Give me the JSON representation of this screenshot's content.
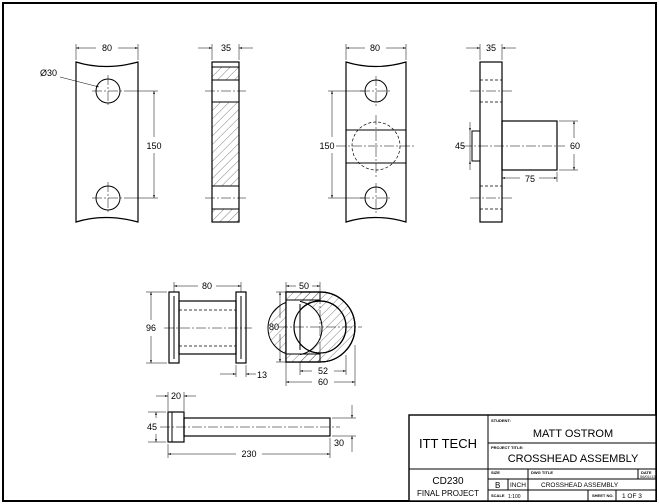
{
  "dimensions": {
    "v1": {
      "d1": "80",
      "d2": "Ø30",
      "d3": "150"
    },
    "v2": {
      "d1": "35"
    },
    "v3": {
      "d1": "80",
      "d2": "150"
    },
    "v4": {
      "d1": "35",
      "d2": "45",
      "d3": "60",
      "d4": "75"
    },
    "v5": {
      "d1": "80",
      "d2": "96",
      "d3": "13"
    },
    "v6": {
      "d1": "50",
      "d2": "80",
      "d3": "52",
      "d4": "60"
    },
    "v7": {
      "d1": "20",
      "d2": "45",
      "d3": "230",
      "d4": "30"
    }
  },
  "title_block": {
    "student_label": "STUDENT:",
    "student": "MATT OSTROM",
    "project_title_label": "PROJECT TITLE:",
    "project_title": "CROSSHEAD ASSEMBLY",
    "school": "ITT TECH",
    "course": "CD230",
    "course_sub": "FINAL PROJECT",
    "size_label": "SIZE",
    "size": "B",
    "units": "INCH",
    "dwg_title_label": "DWG TITLE",
    "dwg_title": "CROSSHEAD ASSEMBLY",
    "date_label": "DATE",
    "date": "06/01/13",
    "scale_label": "SCALE",
    "scale": "1:100",
    "sheet_label": "SHEET NO.",
    "sheet": "1 OF 3"
  }
}
